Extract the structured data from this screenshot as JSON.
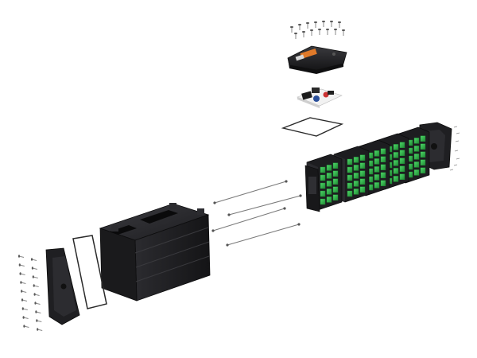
{
  "figure": {
    "kind": "exploded-view",
    "background": "#ffffff"
  },
  "colors": {
    "housing": "#1b1b1d",
    "housing_edge": "#3a3a3e",
    "housing_face": "#2a2a2e",
    "cell_green": "#2fbf4a",
    "cell_green_dark": "#1f8a33",
    "connector_orange": "#e07a2a",
    "gasket": "#2a2a2a",
    "rod": "#7a7a7a",
    "screw": "#8a8a8a",
    "board": "#f2f2f2"
  },
  "parts": [
    {
      "id": "top-screws",
      "icon": "screw-icon",
      "count": 14
    },
    {
      "id": "top-cover",
      "icon": "cover-icon"
    },
    {
      "id": "control-board",
      "icon": "pcb-icon"
    },
    {
      "id": "top-gasket",
      "icon": "gasket-icon"
    },
    {
      "id": "cell-modules",
      "icon": "battery-module-icon",
      "count": 5
    },
    {
      "id": "rear-end-plate",
      "icon": "end-plate-icon"
    },
    {
      "id": "tie-rods",
      "icon": "rod-icon",
      "count": 4
    },
    {
      "id": "main-housing",
      "icon": "housing-icon"
    },
    {
      "id": "front-gasket",
      "icon": "gasket-icon"
    },
    {
      "id": "front-end-plate",
      "icon": "end-plate-icon"
    },
    {
      "id": "front-screws",
      "icon": "screw-icon",
      "count": 18
    }
  ]
}
